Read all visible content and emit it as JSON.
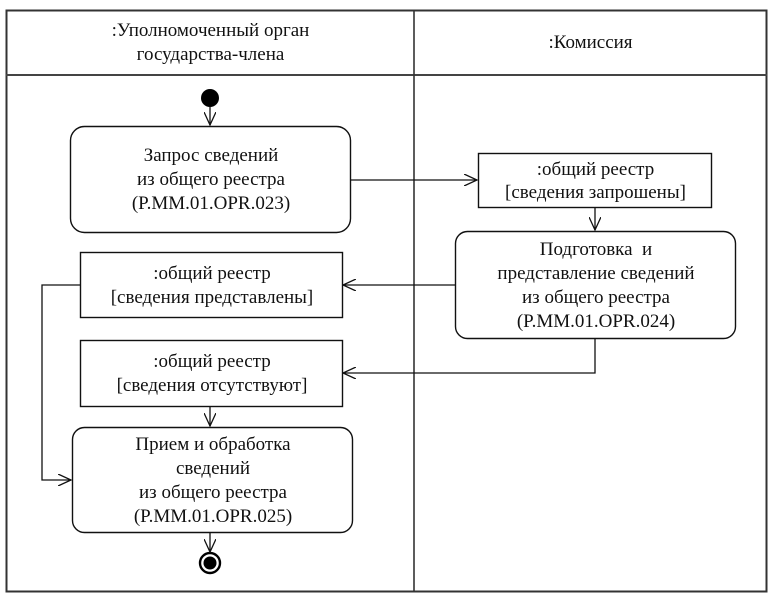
{
  "swimlanes": [
    {
      "id": "lane-member-state",
      "title_lines": [
        ":Уполномоченный орган",
        "государства-члена"
      ]
    },
    {
      "id": "lane-commission",
      "title_lines": [
        ":Комиссия"
      ]
    }
  ],
  "nodes": {
    "initial": {
      "type": "initial"
    },
    "request_action": {
      "type": "action",
      "lines": [
        "Запрос сведений",
        "из общего реестра",
        "(P.MM.01.OPR.023)"
      ]
    },
    "obj_requested": {
      "type": "object",
      "lines": [
        ":общий реестр",
        "[сведения запрошены]"
      ]
    },
    "prepare_action": {
      "type": "action",
      "lines": [
        "Подготовка  и",
        "представление сведений",
        "из общего реестра",
        "(P.MM.01.OPR.024)"
      ]
    },
    "obj_provided": {
      "type": "object",
      "lines": [
        ":общий реестр",
        "[сведения представлены]"
      ]
    },
    "obj_absent": {
      "type": "object",
      "lines": [
        ":общий реестр",
        "[сведения отсутствуют]"
      ]
    },
    "receive_action": {
      "type": "action",
      "lines": [
        "Прием и обработка",
        "сведений",
        "из общего реестра",
        "(P.MM.01.OPR.025)"
      ]
    },
    "final": {
      "type": "final"
    }
  },
  "flows": [
    {
      "from": "initial",
      "to": "request_action"
    },
    {
      "from": "request_action",
      "to": "obj_requested"
    },
    {
      "from": "obj_requested",
      "to": "prepare_action"
    },
    {
      "from": "prepare_action",
      "to": "obj_provided"
    },
    {
      "from": "prepare_action",
      "to": "obj_absent"
    },
    {
      "from": "obj_provided",
      "to": "receive_action"
    },
    {
      "from": "obj_absent",
      "to": "receive_action"
    },
    {
      "from": "receive_action",
      "to": "final"
    }
  ],
  "colors": {
    "line": "#111111",
    "frame": "#333333",
    "fill": "#ffffff"
  }
}
